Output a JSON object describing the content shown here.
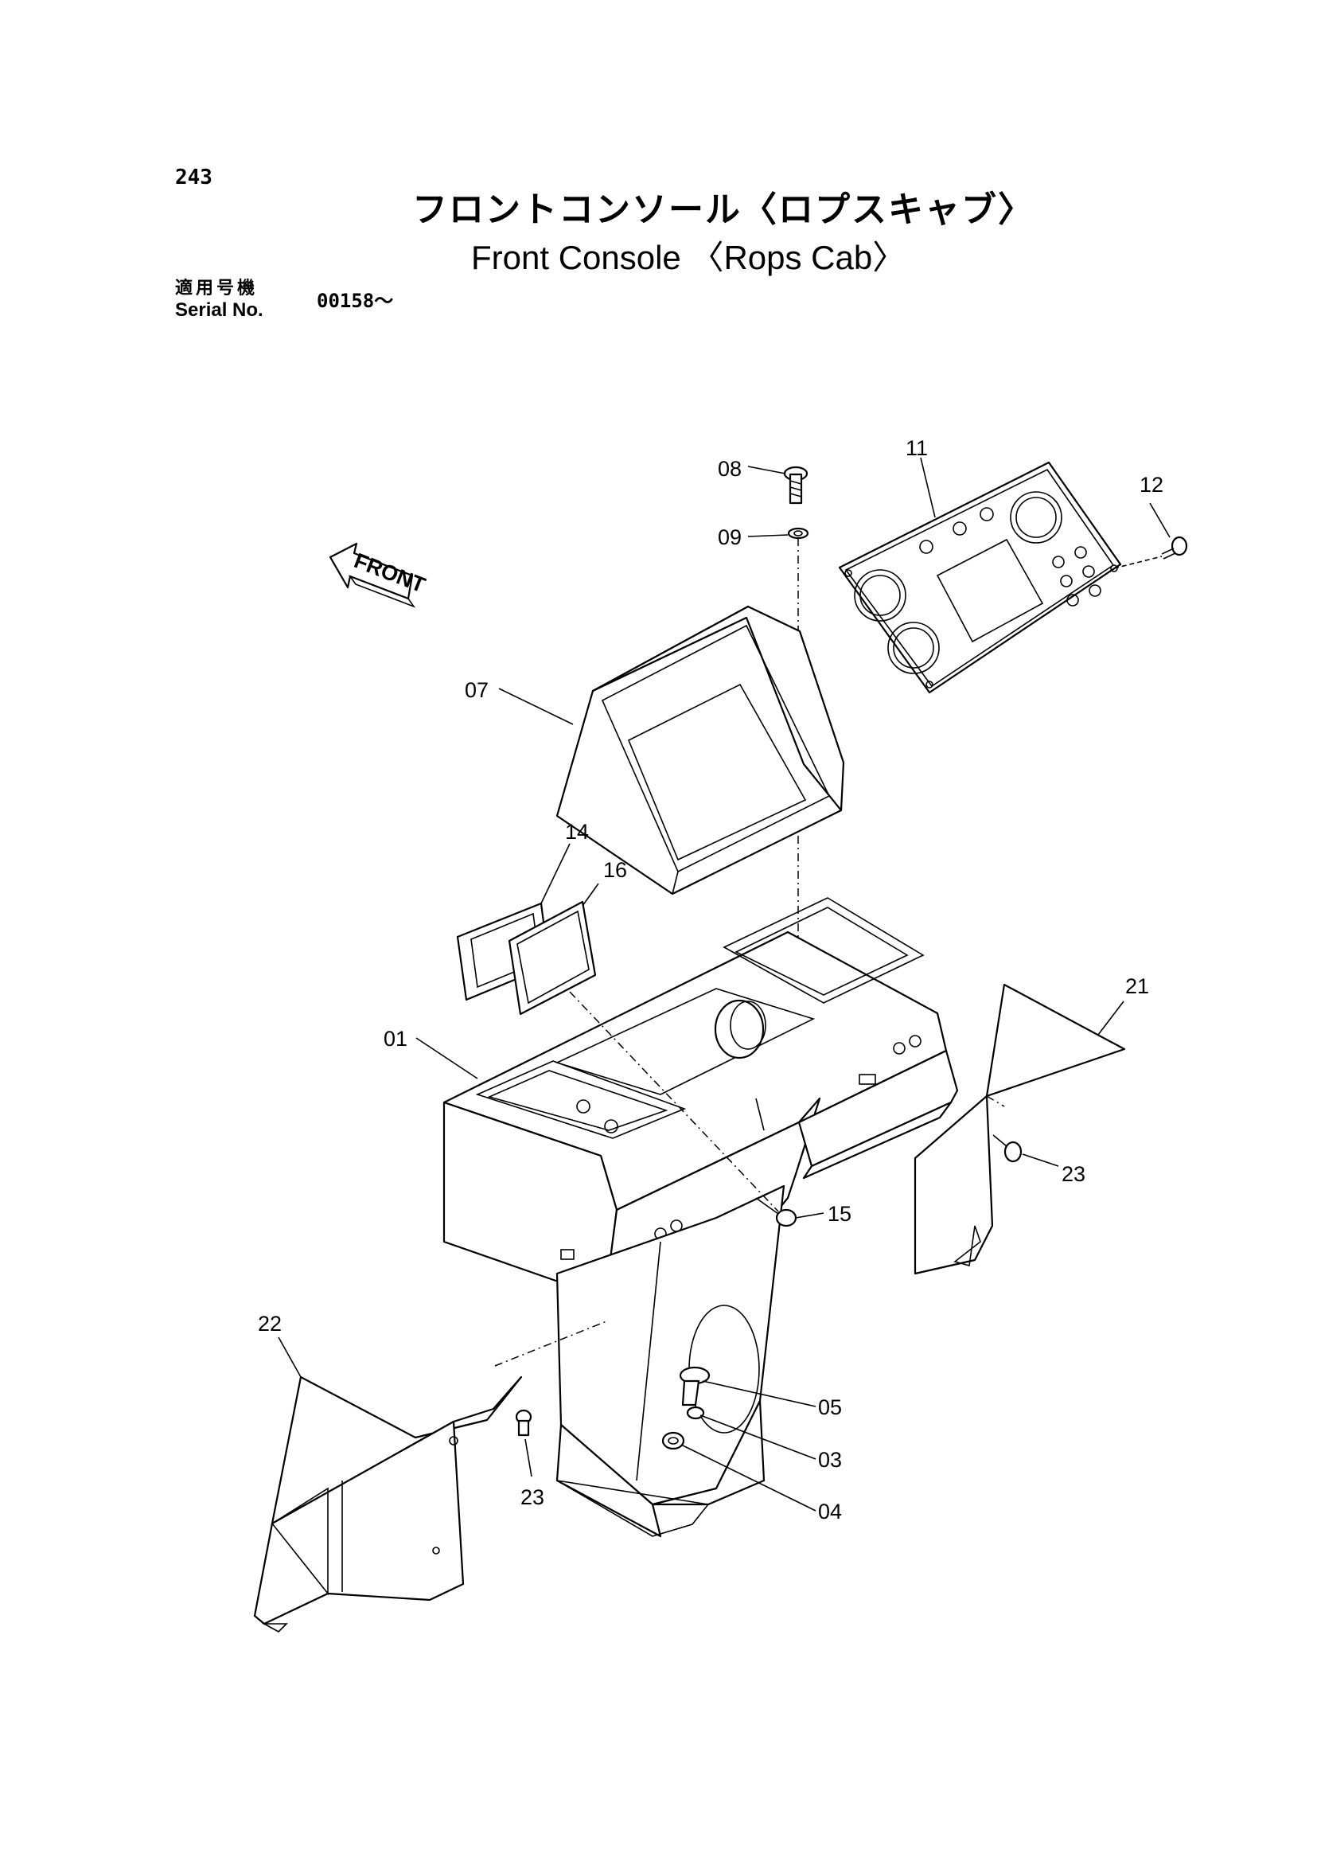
{
  "header": {
    "page_number": "243",
    "title_jp": "フロントコンソール〈ロプスキャブ〉",
    "title_en": "Front Console 〈Rops Cab〉",
    "serial_label_jp": "適用号機",
    "serial_label_en": "Serial No.",
    "serial_value": "00158～"
  },
  "drawing": {
    "front_arrow_label": "FRONT",
    "callouts": {
      "c01": "01",
      "c03": "03",
      "c04": "04",
      "c05": "05",
      "c07": "07",
      "c08": "08",
      "c09": "09",
      "c11": "11",
      "c12": "12",
      "c14": "14",
      "c15": "15",
      "c16": "16",
      "c21": "21",
      "c22": "22",
      "c23a": "23",
      "c23b": "23"
    }
  }
}
